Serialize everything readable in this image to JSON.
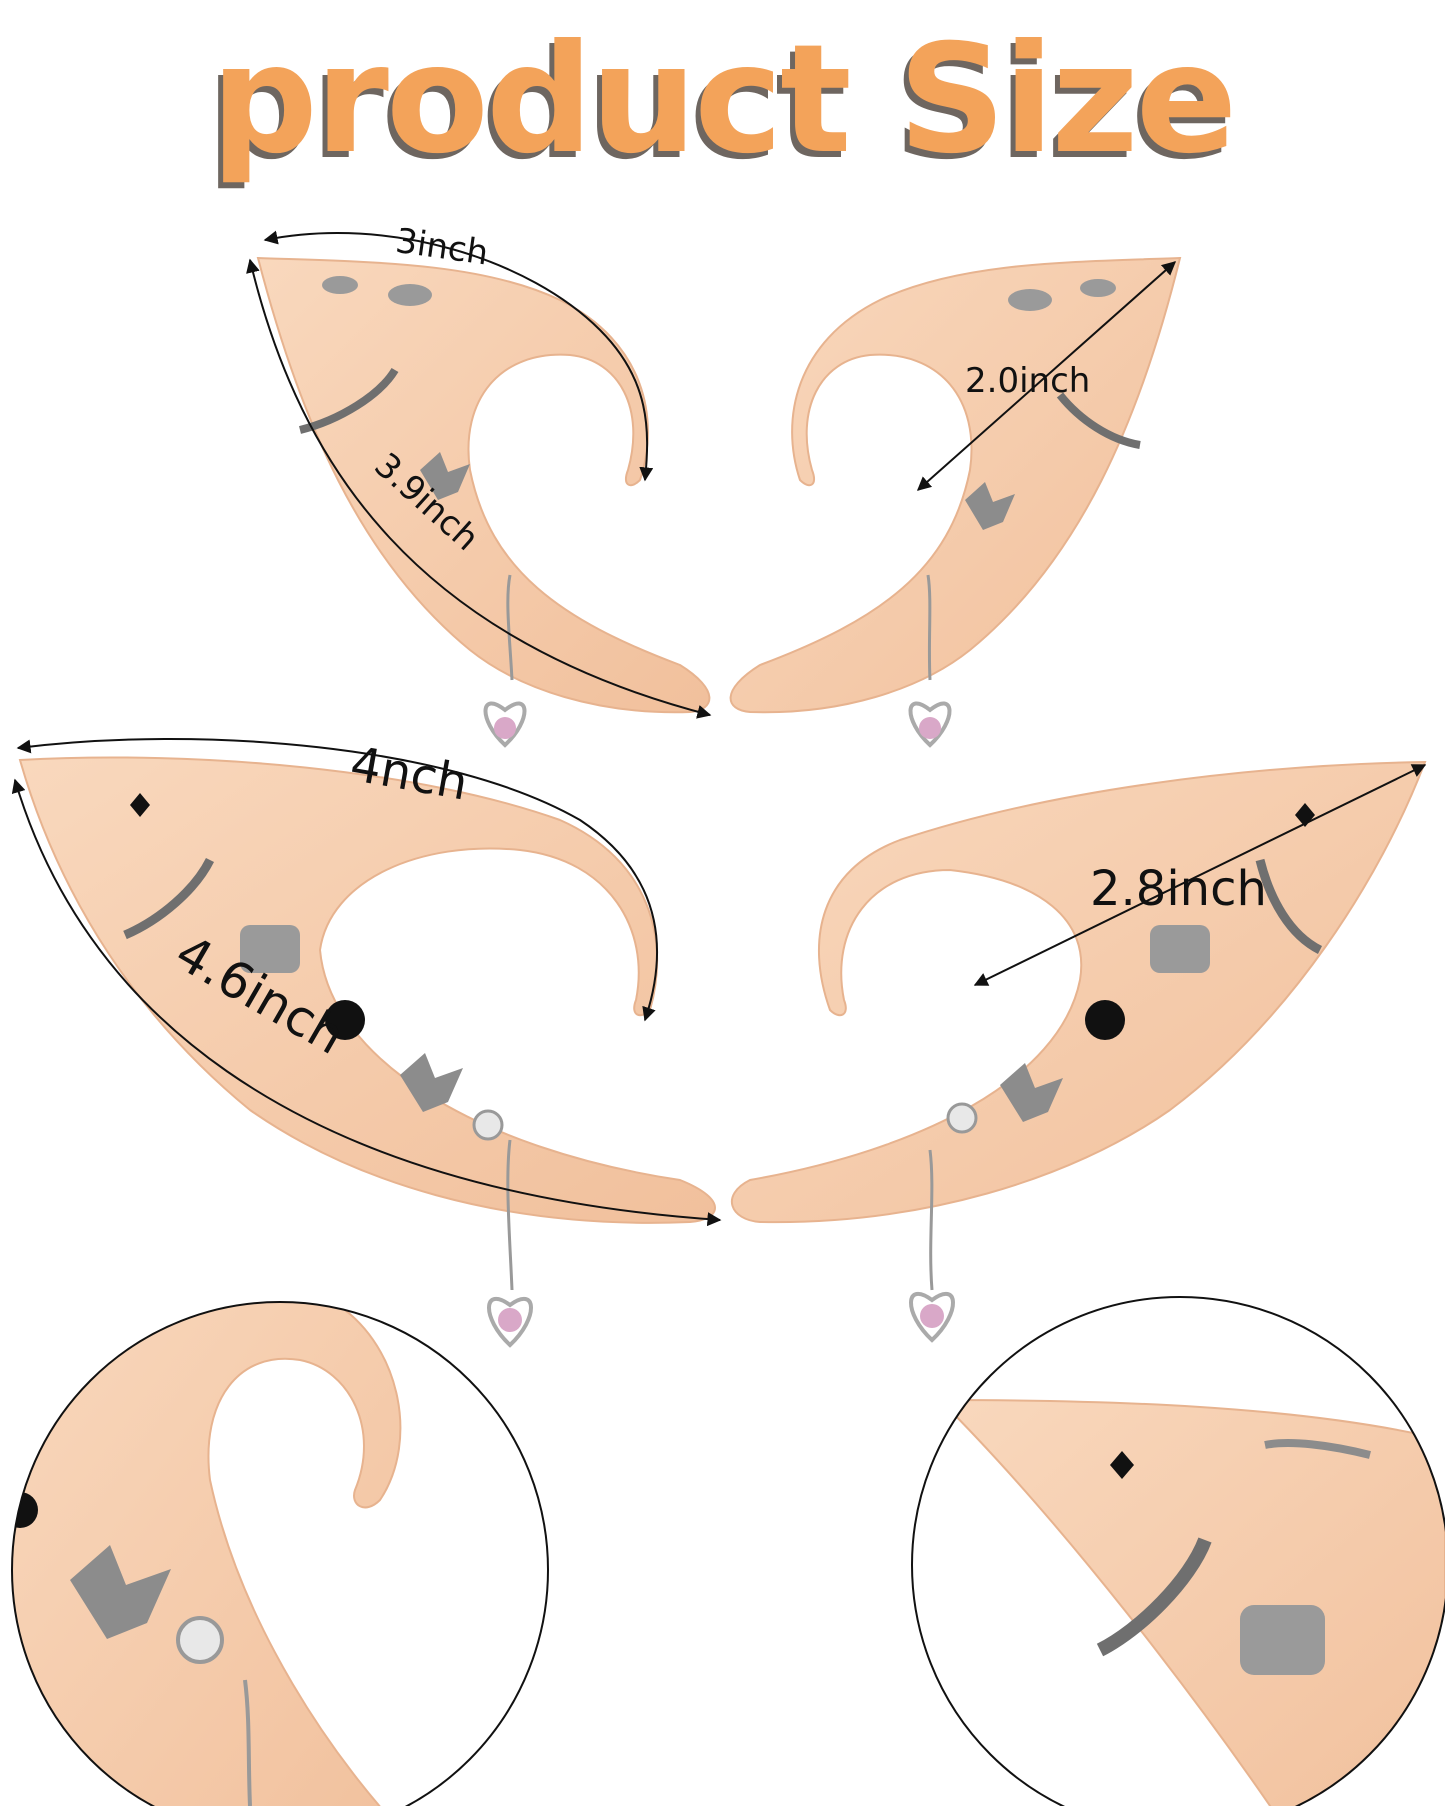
{
  "title": "product Size",
  "colors": {
    "title": "#f3a35a",
    "title_shadow": "#6e6660",
    "ear_skin": "#f7cfb0",
    "ear_shadow": "#e9b693",
    "earring_bead": "#d9a8c8"
  },
  "measurements": {
    "small_top_width": "3inch",
    "small_length": "3.9inch",
    "small_depth": "2.0inch",
    "large_top_width": "4nch",
    "large_length": "4.6inch",
    "large_depth": "2.8inch"
  },
  "icons": [
    "elf-ear-icon",
    "butterfly-charm-icon",
    "eye-charm-icon",
    "chain-cuff-icon",
    "heart-earring-icon",
    "flower-charm-icon"
  ]
}
